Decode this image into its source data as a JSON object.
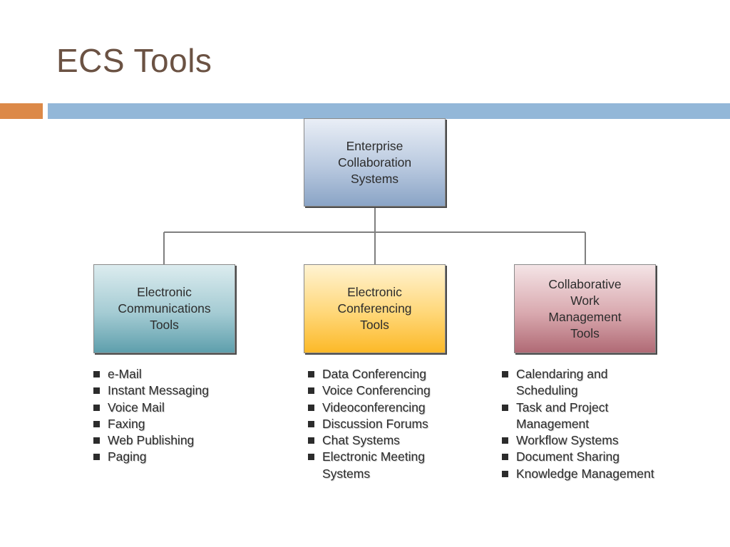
{
  "title": "ECS Tools",
  "colors": {
    "accent_orange": "#dc8948",
    "accent_blue": "#93b7d8",
    "title": "#6b5243"
  },
  "diagram": {
    "root": "Enterprise\nCollaboration\nSystems",
    "branches": [
      {
        "label": "Electronic\nCommunications\nTools",
        "items": [
          "e-Mail",
          "Instant Messaging",
          "Voice Mail",
          "Faxing",
          "Web Publishing",
          "Paging"
        ]
      },
      {
        "label": "Electronic\nConferencing\nTools",
        "items": [
          "Data Conferencing",
          "Voice Conferencing",
          "Videoconferencing",
          "Discussion Forums",
          "Chat Systems",
          "Electronic Meeting Systems"
        ]
      },
      {
        "label": "Collaborative\nWork\nManagement\nTools",
        "items": [
          "Calendaring and Scheduling",
          "Task and Project Management",
          "Workflow Systems",
          "Document Sharing",
          "Knowledge Management"
        ]
      }
    ]
  }
}
